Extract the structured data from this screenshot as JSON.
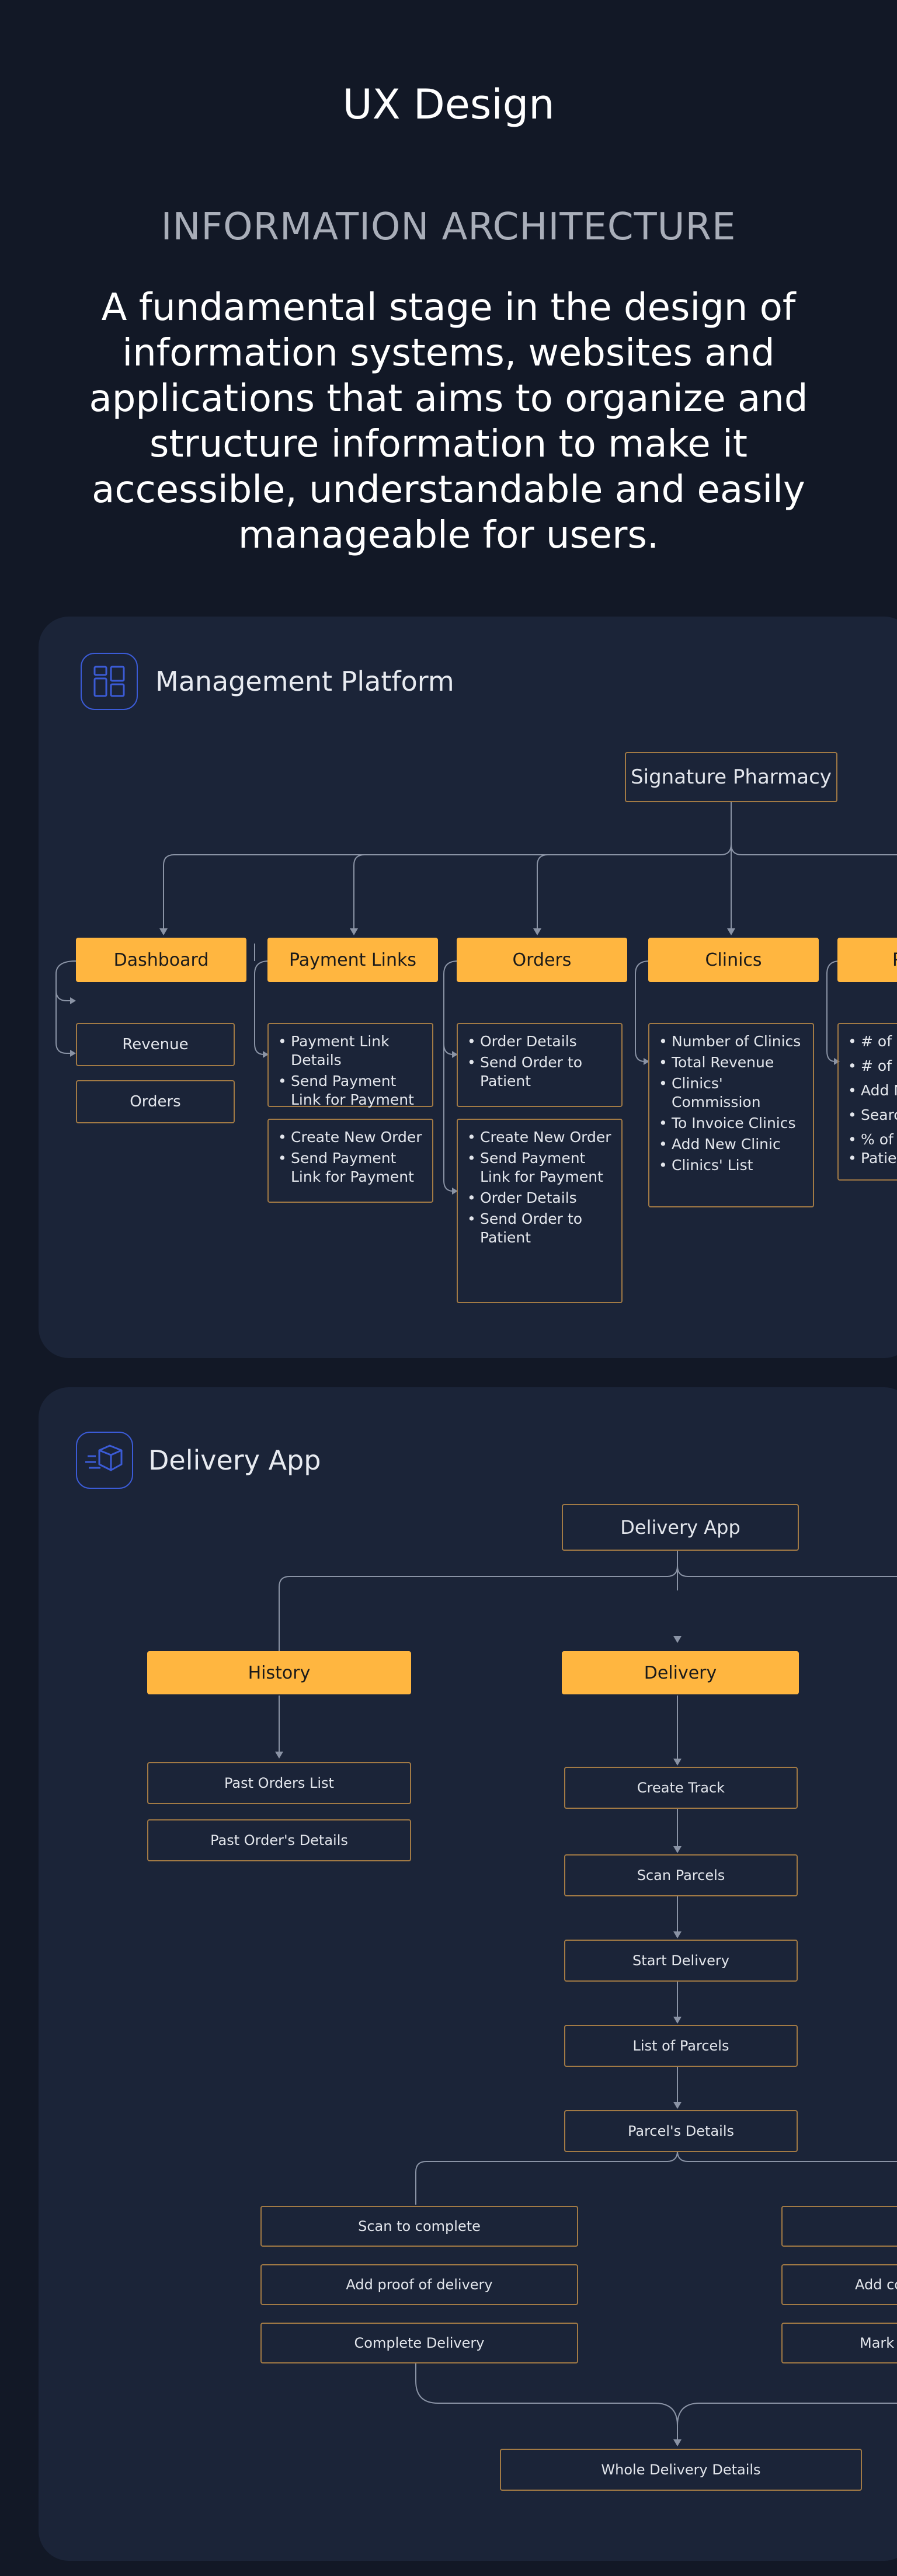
{
  "header": {
    "title": "UX Design",
    "subtitle": "INFORMATION ARCHITECTURE",
    "description": "A fundamental stage in the design of information systems, websites and applications that aims to organize and structure information to make it accessible, understandable and easily manageable for users."
  },
  "management": {
    "title": "Management Platform",
    "icon": "dashboard-icon",
    "root": "Signature Pharmacy",
    "columns": [
      {
        "label": "Dashboard",
        "groups": [
          [
            "Revenue"
          ],
          [
            "Orders"
          ]
        ]
      },
      {
        "label": "Payment Links",
        "groups": [
          [
            "Payment Link Details",
            "Send Payment Link for Payment"
          ],
          [
            "Create New Order",
            "Send Payment Link for Payment"
          ]
        ]
      },
      {
        "label": "Orders",
        "groups": [
          [
            "Order Details",
            "Send Order to Patient"
          ],
          [
            "Create New Order",
            "Send Payment Link for Payment",
            "Order Details",
            "Send Order to Patient"
          ]
        ]
      },
      {
        "label": "Clinics",
        "groups": [
          [
            "Number of Clinics",
            "Total Revenue",
            "Clinics' Commission",
            "To Invoice Clinics",
            "Add New Clinic",
            "Clinics' List"
          ]
        ]
      },
      {
        "label": "P",
        "groups": [
          [
            "# of P",
            "# of M",
            "Add N",
            "Searc",
            "% of P",
            "Patien"
          ]
        ]
      }
    ]
  },
  "delivery": {
    "title": "Delivery App",
    "icon": "delivery-box-icon",
    "root": "Delivery App",
    "history": {
      "label": "History",
      "items": [
        "Past Orders List",
        "Past Order's Details"
      ]
    },
    "flow": {
      "label": "Delivery",
      "steps": [
        "Create Track",
        "Scan Parcels",
        "Start Delivery",
        "List of Parcels",
        "Parcel's Details"
      ]
    },
    "left_branch": [
      "Scan to complete",
      "Add proof of delivery",
      "Complete Delivery"
    ],
    "right_branch": [
      "",
      "Add co",
      "Mark"
    ],
    "final": "Whole Delivery Details"
  },
  "colors": {
    "background": "#121826",
    "panel": "#1b2438",
    "accent": "#ffb640",
    "border": "#a27a45",
    "icon": "#3b5bd6"
  }
}
